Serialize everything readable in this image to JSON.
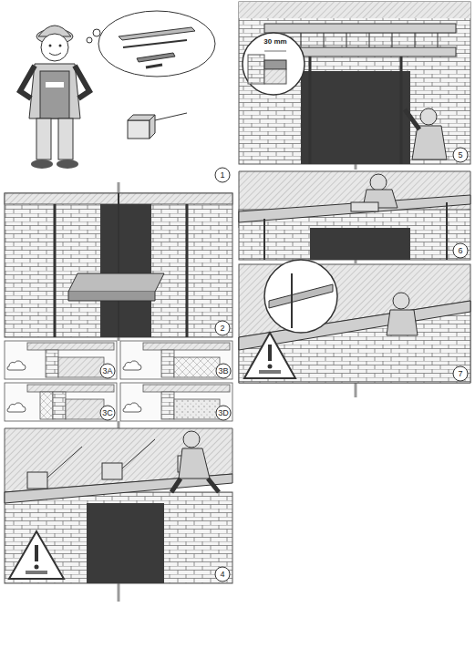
{
  "diagram": {
    "labels": [
      "1",
      "2",
      "3A",
      "3B",
      "3C",
      "3D",
      "4",
      "30 mm",
      "5",
      "6",
      "7"
    ]
  }
}
